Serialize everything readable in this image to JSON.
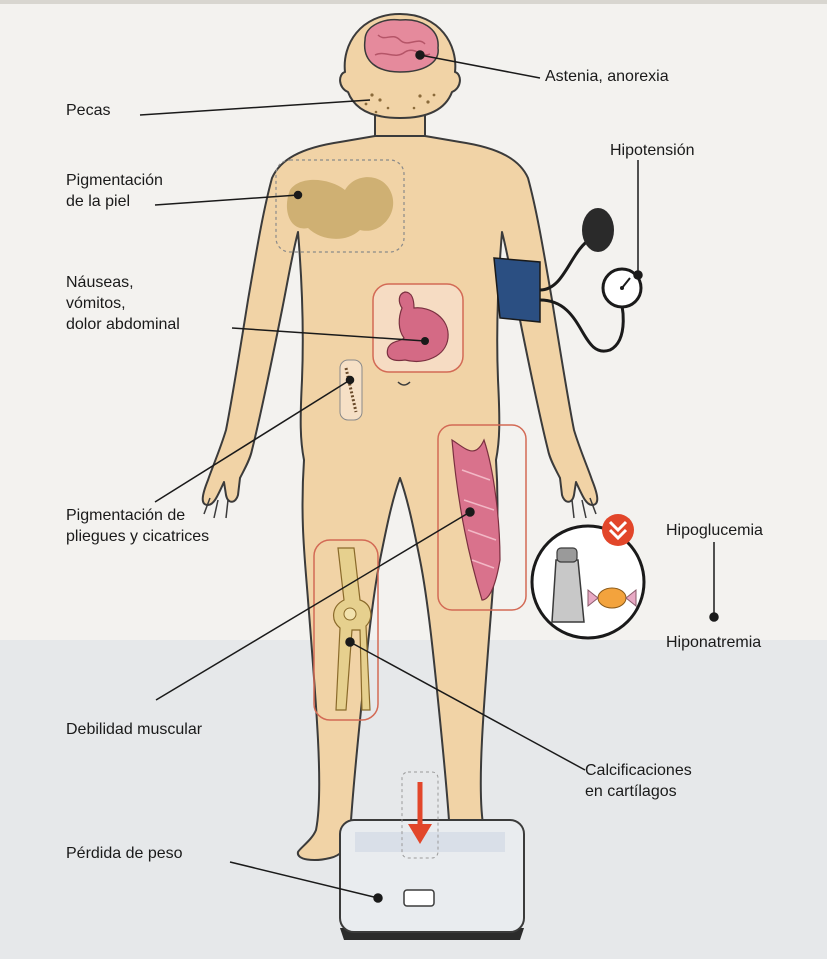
{
  "labels": {
    "astenia": "Astenia, anorexia",
    "pecas": "Pecas",
    "hipotension": "Hipotensión",
    "pigmentacion_piel": "Pigmentación\nde la piel",
    "nauseas": "Náuseas,\nvómitos,\ndolor abdominal",
    "pigmentacion_pliegues": "Pigmentación de\npliegues y cicatrices",
    "hipoglucemia": "Hipoglucemia",
    "hiponatremia": "Hiponatremia",
    "debilidad": "Debilidad muscular",
    "calcificaciones": "Calcificaciones\nen cartílagos",
    "perdida_peso": "Pérdida de peso"
  },
  "colors": {
    "skin": "#f1d3a6",
    "skin_outline": "#3b3b3b",
    "brain": "#e58a9c",
    "stomach": "#d46a85",
    "muscle": "#d9728c",
    "pigment": "#c9a96a",
    "cuff": "#2b4f82",
    "highlight": "#e2462a",
    "bone": "#e6d08e",
    "leader_line": "#1a1a1a"
  },
  "icons": [
    "brain-icon",
    "stomach-icon",
    "muscle-icon",
    "knee-bone-icon",
    "blood-pressure-cuff-icon",
    "salt-shaker-icon",
    "candy-icon",
    "down-chevron-icon",
    "scale-icon",
    "down-arrow-icon"
  ]
}
